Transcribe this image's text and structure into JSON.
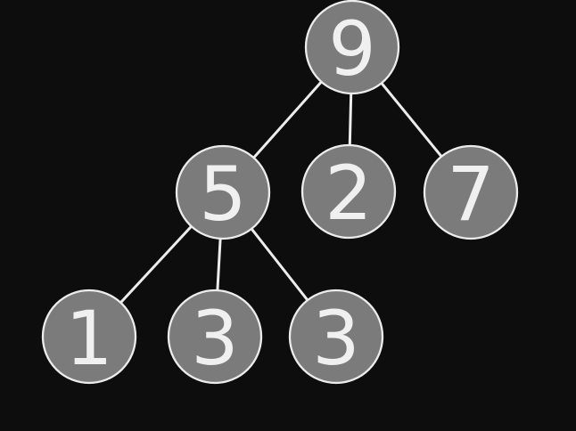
{
  "figure": {
    "description": "Tree diagram of numbered nodes",
    "background_color": "#0d0d0d"
  },
  "colors": {
    "node_fill": "#7b7b7b",
    "node_border": "#ececec",
    "edge": "#ececec",
    "label": "#f0f0f0"
  },
  "tree": {
    "nodes": [
      {
        "id": "n0",
        "label": "9"
      },
      {
        "id": "n1",
        "label": "5"
      },
      {
        "id": "n2",
        "label": "2"
      },
      {
        "id": "n3",
        "label": "7"
      },
      {
        "id": "n4",
        "label": "1"
      },
      {
        "id": "n5",
        "label": "3"
      },
      {
        "id": "n6",
        "label": "3"
      }
    ],
    "edges": [
      {
        "from": "n0",
        "to": "n1"
      },
      {
        "from": "n0",
        "to": "n2"
      },
      {
        "from": "n0",
        "to": "n3"
      },
      {
        "from": "n1",
        "to": "n4"
      },
      {
        "from": "n1",
        "to": "n5"
      },
      {
        "from": "n1",
        "to": "n6"
      }
    ]
  }
}
